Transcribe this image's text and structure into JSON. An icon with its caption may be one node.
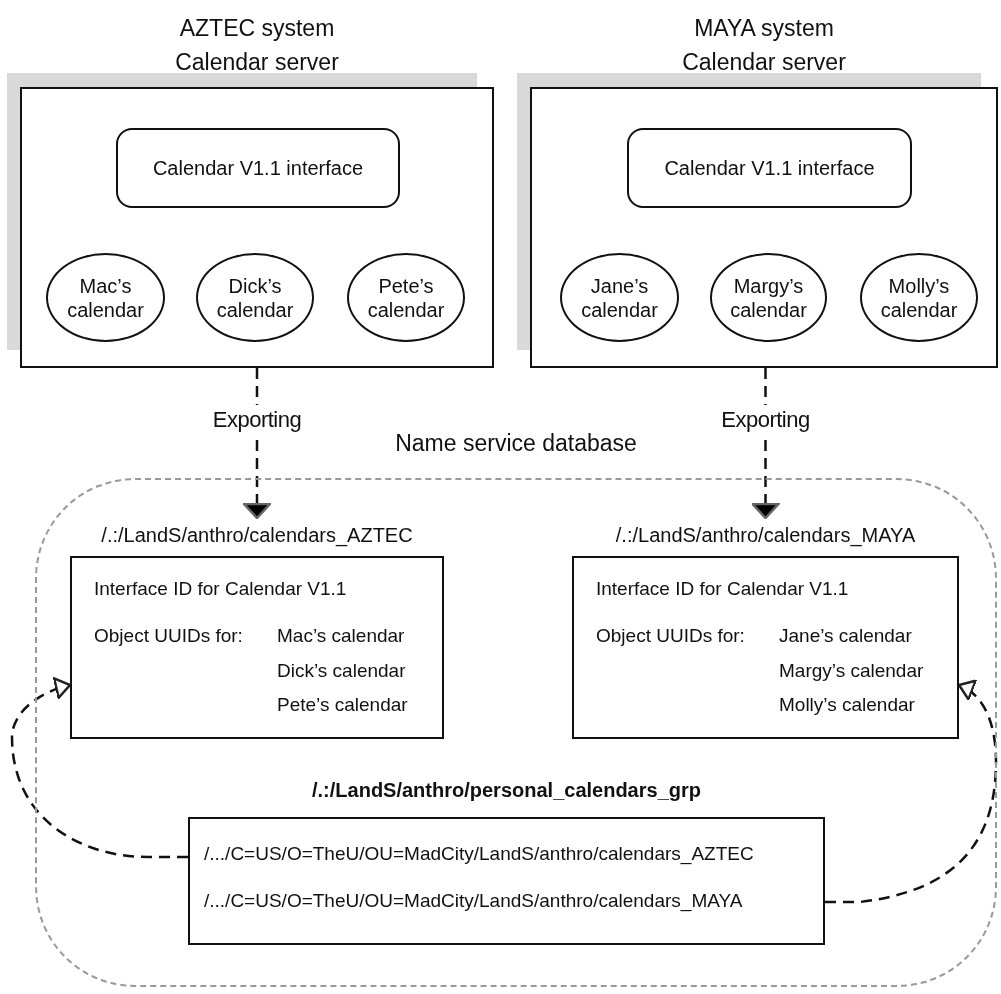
{
  "diagram": {
    "nodes": [
      {
        "text": [
          "AZTEC system Calendar server"
        ]
      },
      {
        "text": [
          "Calendar V1.1 interface"
        ],
        "in": 0
      },
      {
        "text": [
          "Mac’s calendar"
        ],
        "in": 0
      },
      {
        "text": [
          "Dick’s calendar"
        ],
        "in": 0
      },
      {
        "text": [
          "Pete’s calendar"
        ],
        "in": 0
      },
      {
        "text": [
          "MAYA system Calendar server"
        ]
      },
      {
        "text": [
          "Calendar V1.1 interface"
        ],
        "in": 5
      },
      {
        "text": [
          "Jane’s calendar"
        ],
        "in": 5
      },
      {
        "text": [
          "Margy’s calendar"
        ],
        "in": 5
      },
      {
        "text": [
          "Molly’s calendar"
        ],
        "in": 5
      },
      {
        "text": [
          "Name service database"
        ]
      },
      {
        "text": [
          "/.:/LandS/anthro/calendars_AZTEC",
          "Interface ID for Calendar V1.1",
          "Object UUIDs for:",
          "Mac’s calendar",
          "Dick’s calendar",
          "Pete’s calendar"
        ],
        "in": 10
      },
      {
        "text": [
          "/.:/LandS/anthro/calendars_MAYA",
          "Interface ID for Calendar V1.1",
          "Object UUIDs for:",
          "Jane’s calendar",
          "Margy’s calendar",
          "Molly’s calendar"
        ],
        "in": 10
      },
      {
        "text": [
          "/.:/LandS/anthro/personal_calendars_grp",
          "/.../C=US/O=TheU/OU=MadCity/LandS/anthro/calendars_AZTEC",
          "/.../C=US/O=TheU/OU=MadCity/LandS/anthro/calendars_MAYA"
        ],
        "in": 10
      }
    ],
    "edges": [
      {
        "from": 0,
        "to": 11,
        "arrow": "to",
        "label": "Exporting",
        "style": "dashed"
      },
      {
        "from": 5,
        "to": 12,
        "arrow": "to",
        "label": "Exporting",
        "style": "dashed"
      },
      {
        "from": 13,
        "to": 11,
        "arrow": "to",
        "style": "dashed"
      },
      {
        "from": 13,
        "to": 12,
        "arrow": "to",
        "style": "dashed"
      }
    ]
  }
}
